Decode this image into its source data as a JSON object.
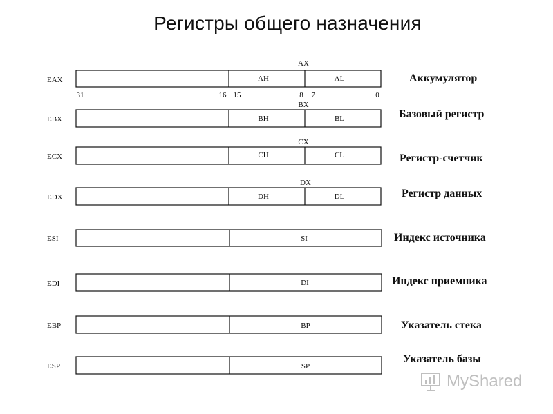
{
  "title": "Регистры общего назначения",
  "registers": [
    {
      "name": "EAX",
      "pair": "AX",
      "high": "AH",
      "low": "AL",
      "description": "Аккумулятор"
    },
    {
      "name": "EBX",
      "pair": "BX",
      "high": "BH",
      "low": "BL",
      "description": "Базовый регистр"
    },
    {
      "name": "ECX",
      "pair": "CX",
      "high": "CH",
      "low": "CL",
      "description": "Регистр-счетчик"
    },
    {
      "name": "EDX",
      "pair": "DX",
      "high": "DH",
      "low": "DL",
      "description": "Регистр данных"
    },
    {
      "name": "ESI",
      "word": "SI",
      "description": "Индекс источника"
    },
    {
      "name": "EDI",
      "word": "DI",
      "description": "Индекс приемника"
    },
    {
      "name": "EBP",
      "word": "BP",
      "description": "Указатель стека"
    },
    {
      "name": "ESP",
      "word": "SP",
      "description": "Указатель базы"
    }
  ],
  "bit_labels": {
    "b31": "31",
    "b16": "16",
    "b15": "15",
    "b8": "8",
    "b7": "7",
    "b0": "0"
  },
  "watermark": {
    "text": "MyShared",
    "icon": "presentation-chart-icon"
  },
  "colors": {
    "line": "#111111",
    "watermark": "#8c8c8c"
  }
}
